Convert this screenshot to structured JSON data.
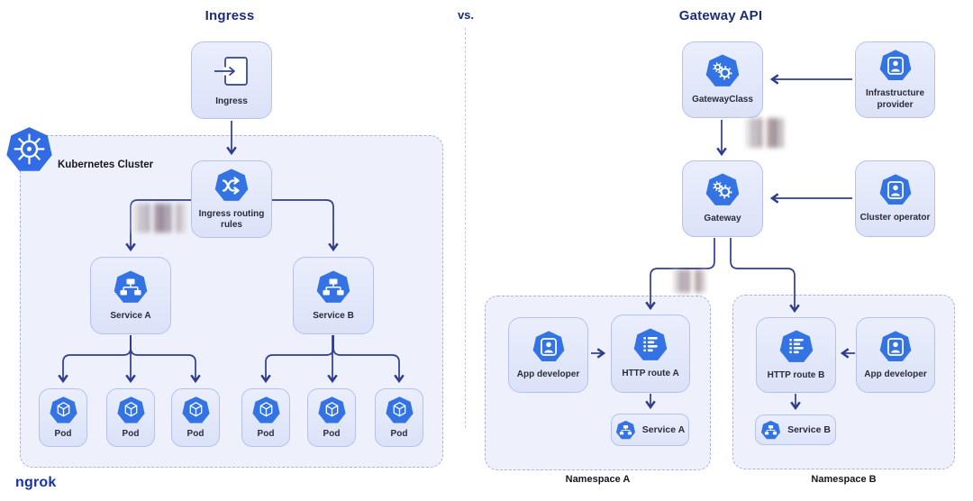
{
  "header": {
    "left_title": "Ingress",
    "versus": "vs.",
    "right_title": "Gateway API"
  },
  "footer": {
    "logo": "ngrok"
  },
  "ingress_side": {
    "cluster_label": "Kubernetes Cluster",
    "ingress": "Ingress",
    "routing_rules": "Ingress routing rules",
    "service_a": "Service A",
    "service_b": "Service B",
    "pod": "Pod",
    "pod_count": 6
  },
  "gateway_side": {
    "gateway_class": "GatewayClass",
    "infrastructure_provider": "Infrastructure provider",
    "gateway": "Gateway",
    "cluster_operator": "Cluster operator",
    "namespace_a": {
      "label": "Namespace A",
      "app_developer": "App developer",
      "http_route": "HTTP route A",
      "service": "Service A"
    },
    "namespace_b": {
      "label": "Namespace B",
      "app_developer": "App developer",
      "http_route": "HTTP route B",
      "service": "Service B"
    }
  },
  "colors": {
    "icon_blue": "#3473e3",
    "kubernetes_blue": "#326ce5",
    "connector_navy": "#2e3c8e",
    "title_navy": "#1b2d7a",
    "node_fill": "#e3e9fa",
    "node_border": "#b5c2ee",
    "group_fill": "#eef1fb",
    "logo_navy": "#1533a0"
  }
}
